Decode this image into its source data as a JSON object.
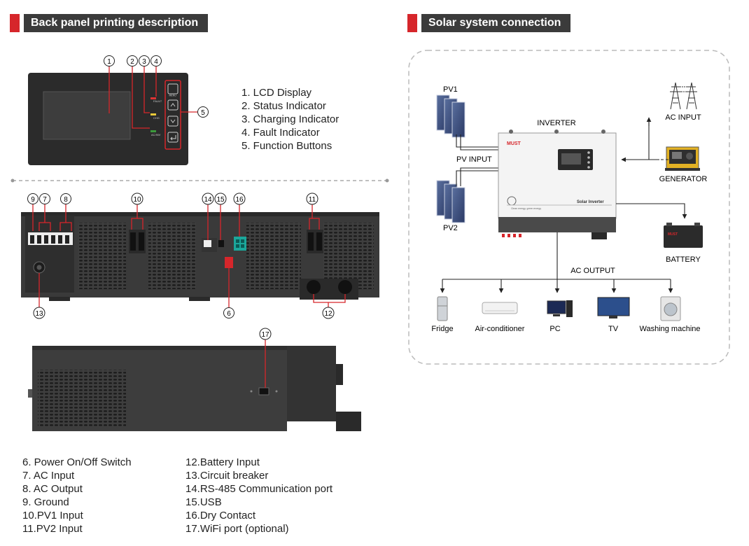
{
  "left_title": "Back panel printing description",
  "right_title": "Solar system connection",
  "front_legend": [
    "1.  LCD Display",
    "2.  Status Indicator",
    "3.  Charging Indicator",
    "4.  Fault Indicator",
    "5.  Function Buttons"
  ],
  "bottom_legend_col1": [
    "6.  Power On/Off Switch",
    "7.  AC Input",
    "8.  AC Output",
    "9.  Ground",
    "10.PV1 Input",
    "11.PV2 Input"
  ],
  "bottom_legend_col2": [
    "12.Battery Input",
    "13.Circuit breaker",
    "14.RS-485 Communication port",
    "15.USB",
    "16.Dry Contact",
    "17.WiFi port (optional)"
  ],
  "front_callouts": [
    "1",
    "2",
    "3",
    "4",
    "5"
  ],
  "back_callouts": [
    "9",
    "7",
    "8",
    "10",
    "14",
    "15",
    "16",
    "11",
    "13",
    "6",
    "12"
  ],
  "side_callout": "17",
  "front_panel_labels": {
    "fault": "FAULT",
    "chg": "CHG",
    "acinv": "AC/INV",
    "menu": "MENU"
  },
  "system": {
    "pv1": "PV1",
    "pv2": "PV2",
    "inverter": "INVERTER",
    "pv_input": "PV INPUT",
    "ac_input": "AC INPUT",
    "generator": "GENERATOR",
    "battery": "BATTERY",
    "ac_output": "AC OUTPUT",
    "brand": "MUST",
    "device_label": "Solar Inverter",
    "slogan": "Clean energy, green energy",
    "battery_brand": "MUST",
    "loads": [
      "Fridge",
      "Air-conditioner",
      "PC",
      "TV",
      "Washing machine"
    ]
  }
}
